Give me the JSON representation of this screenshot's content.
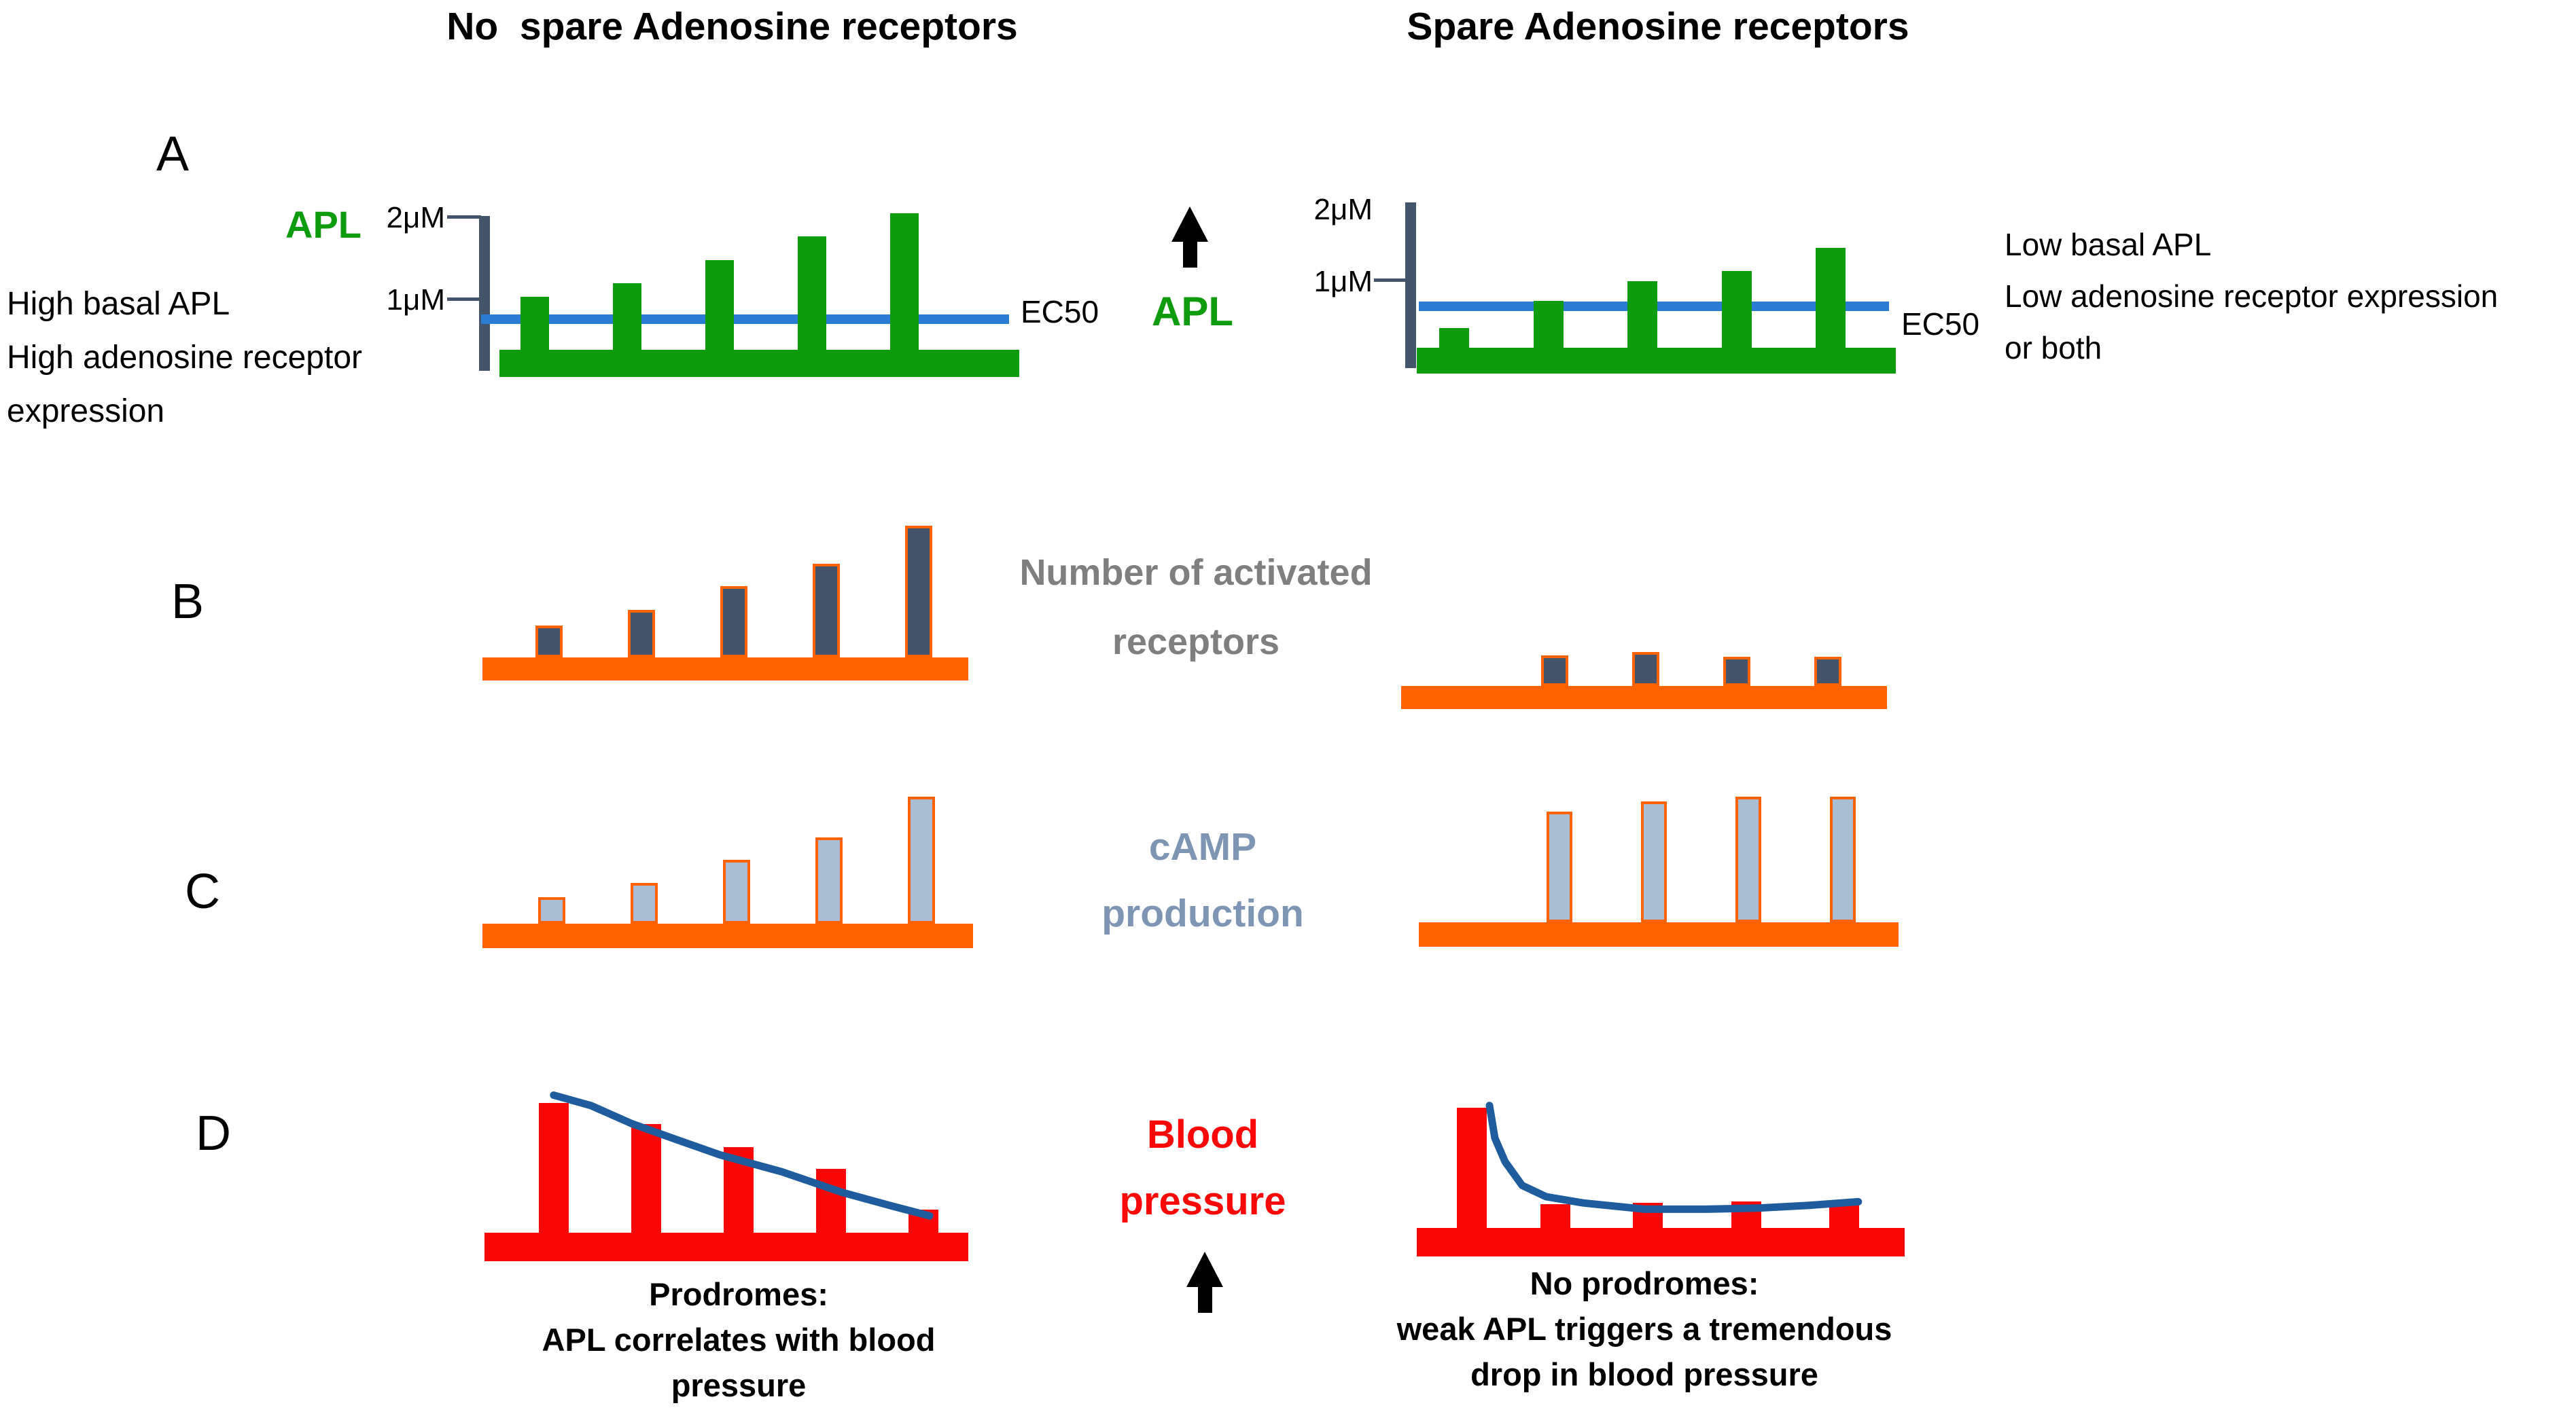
{
  "titles": {
    "left": "No  spare Adenosine receptors",
    "right": "Spare Adenosine receptors"
  },
  "row_labels": {
    "a": "A",
    "b": "B",
    "c": "C",
    "d": "D"
  },
  "colors": {
    "green": "#0e9c0e",
    "slate": "#44546a",
    "ec50_blue": "#2b7cd3",
    "orange": "#ff6200",
    "light_bar": "#a9bdd3",
    "red": "#fb0707",
    "curve_blue": "#1f5c9d",
    "gray_label": "#7f7f7f",
    "camp_label": "#7e96b4",
    "black": "#000000"
  },
  "panel_a": {
    "apl_axis_label": "APL",
    "tick_2um": "2μM",
    "tick_1um": "1μM",
    "ec50_label": "EC50",
    "left_caption_lines": [
      "High basal APL",
      "High adenosine receptor",
      "expression"
    ],
    "right_caption_lines": [
      "Low basal APL",
      "Low adenosine receptor expression",
      "or both"
    ],
    "middle": {
      "apl_label": "APL",
      "arrow": "up-arrow"
    }
  },
  "panel_b": {
    "label_line1": "Number of activated",
    "label_line2": "receptors"
  },
  "panel_c": {
    "label_line1": "cAMP",
    "label_line2": "production"
  },
  "panel_d": {
    "label_line1": "Blood",
    "label_line2": "pressure",
    "arrow": "up-arrow",
    "left_caption_lines": [
      "Prodromes:",
      "APL correlates with blood",
      "pressure"
    ],
    "right_caption_lines": [
      "No prodromes:",
      "weak APL triggers a tremendous",
      "drop in blood pressure"
    ]
  },
  "chart_data": [
    {
      "id": "apl_no_spare",
      "type": "bar",
      "title": "APL pulses, no spare receptors",
      "unit": "μM",
      "values": [
        0.8,
        1.0,
        1.35,
        1.7,
        2.05
      ],
      "ec50_uM": 0.75,
      "y_ticks": [
        "1μM",
        "2μM"
      ],
      "ylim": [
        0,
        2.2
      ],
      "grid": false
    },
    {
      "id": "apl_spare",
      "type": "bar",
      "title": "APL pulses, spare receptors",
      "unit": "μM",
      "values": [
        0.3,
        0.7,
        1.0,
        1.15,
        1.5
      ],
      "ec50_uM": 0.65,
      "y_ticks": [
        "1μM",
        "2μM"
      ],
      "ylim": [
        0,
        2.2
      ],
      "grid": false
    },
    {
      "id": "activated_receptors_no_spare",
      "type": "bar",
      "title": "Number of activated receptors, no spare receptors",
      "unit": "relative",
      "values": [
        24,
        36,
        54,
        71,
        100
      ]
    },
    {
      "id": "activated_receptors_spare",
      "type": "bar",
      "title": "Number of activated receptors, spare receptors",
      "unit": "relative",
      "values": [
        23,
        26,
        22,
        22
      ]
    },
    {
      "id": "camp_no_spare",
      "type": "bar",
      "title": "cAMP production, no spare receptors",
      "unit": "relative",
      "values": [
        21,
        32,
        50,
        68,
        100
      ]
    },
    {
      "id": "camp_spare",
      "type": "bar",
      "title": "cAMP production, spare receptors",
      "unit": "relative",
      "values": [
        87,
        95,
        99,
        99
      ]
    },
    {
      "id": "bp_no_spare",
      "type": "bar",
      "title": "Blood pressure, no spare receptors",
      "unit": "relative",
      "values": [
        100,
        84,
        66,
        49,
        18
      ],
      "curve": [
        {
          "x": 0.143,
          "v": 106
        },
        {
          "x": 0.22,
          "v": 98
        },
        {
          "x": 0.305,
          "v": 84
        },
        {
          "x": 0.403,
          "v": 71
        },
        {
          "x": 0.487,
          "v": 60
        },
        {
          "x": 0.614,
          "v": 47
        },
        {
          "x": 0.74,
          "v": 31
        },
        {
          "x": 0.838,
          "v": 21
        },
        {
          "x": 0.92,
          "v": 13
        }
      ]
    },
    {
      "id": "bp_spare",
      "type": "bar",
      "title": "Blood pressure, spare receptors",
      "unit": "relative",
      "values": [
        96,
        19,
        20,
        21,
        21
      ],
      "curve": [
        {
          "x": 0.149,
          "v": 98
        },
        {
          "x": 0.16,
          "v": 72
        },
        {
          "x": 0.181,
          "v": 53
        },
        {
          "x": 0.216,
          "v": 34
        },
        {
          "x": 0.265,
          "v": 25
        },
        {
          "x": 0.341,
          "v": 20
        },
        {
          "x": 0.467,
          "v": 15
        },
        {
          "x": 0.592,
          "v": 15
        },
        {
          "x": 0.703,
          "v": 16
        },
        {
          "x": 0.801,
          "v": 18
        },
        {
          "x": 0.905,
          "v": 21
        }
      ]
    }
  ]
}
